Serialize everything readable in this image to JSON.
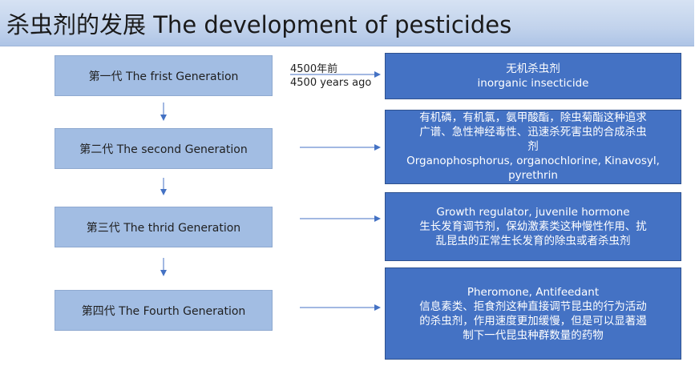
{
  "title": "杀虫剂的发展 The development of pesticides",
  "generations": [
    {
      "label": "第一代 The frist Generation"
    },
    {
      "label": "第二代  The second Generation"
    },
    {
      "label": "第三代  The thrid Generation"
    },
    {
      "label": "第四代  The Fourth Generation"
    }
  ],
  "time_note": {
    "cn": "4500年前",
    "en": "4500 years ago"
  },
  "descriptions": [
    {
      "lines": [
        "无机杀虫剂",
        "inorganic insecticide"
      ]
    },
    {
      "lines": [
        "有机磷，有机氯，氨甲酸酯，除虫菊酯这种追求",
        "广谱、急性神经毒性、迅速杀死害虫的合成杀虫",
        "剂",
        "Organophosphorus, organochlorine, Kinavosyl,",
        "pyrethrin"
      ]
    },
    {
      "lines": [
        "Growth regulator, juvenile hormone",
        "生长发育调节剂，保幼激素类这种慢性作用、扰",
        "乱昆虫的正常生长发育的除虫或者杀虫剂"
      ]
    },
    {
      "lines": [
        "Pheromone, Antifeedant",
        "信息素类、拒食剂这种直接调节昆虫的行为活动",
        "的杀虫剂，作用速度更加缓慢，但是可以显著遏",
        "制下一代昆虫种群数量的药物"
      ]
    }
  ],
  "colors": {
    "box_fill": "#a2bde3",
    "desc_fill": "#4472c4",
    "arrow": "#4472c4",
    "title_bar": "#c2d3ec"
  }
}
